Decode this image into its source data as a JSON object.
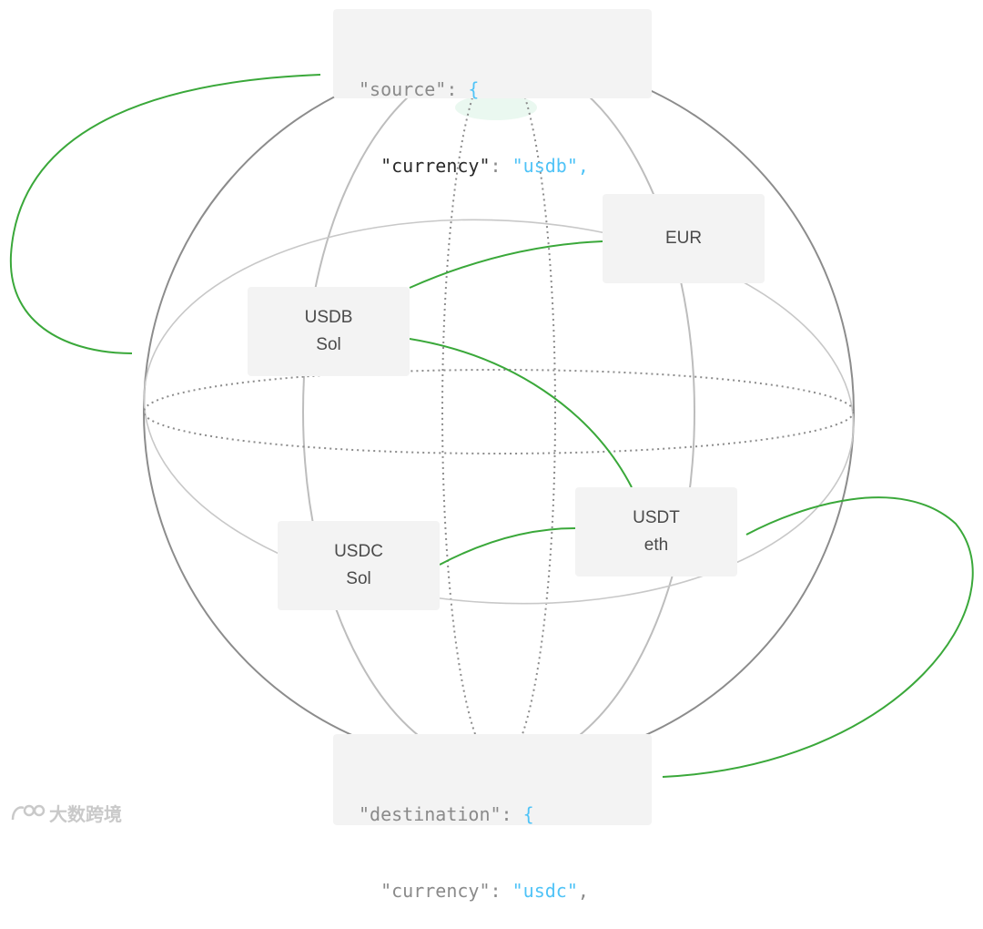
{
  "nodes": {
    "eur": {
      "line1": "EUR"
    },
    "usdb": {
      "line1": "USDB",
      "line2": "Sol"
    },
    "usdt": {
      "line1": "USDT",
      "line2": "eth"
    },
    "usdc": {
      "line1": "USDC",
      "line2": "Sol"
    }
  },
  "source_block": {
    "key": "\"source\"",
    "colon": ": ",
    "brace": "{",
    "inner_key": "\"currency\"",
    "inner_colon": ": ",
    "inner_value": "\"usdb\"",
    "trail": ","
  },
  "destination_block": {
    "key": "\"destination\"",
    "colon": ": ",
    "brace": "{",
    "inner_key": "\"currency\"",
    "inner_colon": ": ",
    "inner_value": "\"usdc\"",
    "trail": ","
  },
  "watermark": {
    "text": "大数跨境"
  },
  "colors": {
    "globe_outer": "#8c8c8c",
    "globe_meridian": "#bdbdbd",
    "globe_dotted": "#8c8c8c",
    "connector": "#3aa83a",
    "box_bg": "#f3f3f3",
    "code_value": "#4fc3f7"
  }
}
